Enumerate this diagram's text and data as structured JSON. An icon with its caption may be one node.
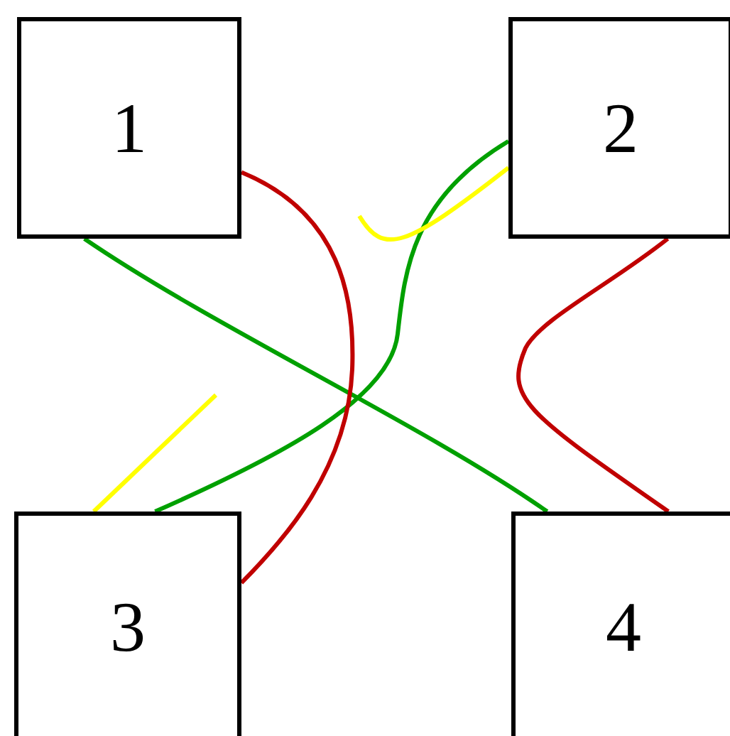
{
  "diagram": {
    "nodes": [
      {
        "text": [
          "1"
        ]
      },
      {
        "text": [
          "2"
        ]
      },
      {
        "text": [
          "3"
        ]
      },
      {
        "text": [
          "4"
        ]
      }
    ],
    "edges": [
      {
        "from": 0,
        "to": 3,
        "arrow": "none",
        "color": "#00a000"
      },
      {
        "from": 1,
        "to": 2,
        "arrow": "none",
        "color": "#00a000"
      },
      {
        "from": 0,
        "to": 2,
        "arrow": "none",
        "color": "#c00000"
      },
      {
        "from": 1,
        "to": 3,
        "arrow": "none",
        "color": "#c00000"
      },
      {
        "from": null,
        "to": 1,
        "arrow": "none",
        "color": "#ffff00"
      },
      {
        "from": null,
        "to": 2,
        "arrow": "none",
        "color": "#ffff00"
      }
    ]
  }
}
